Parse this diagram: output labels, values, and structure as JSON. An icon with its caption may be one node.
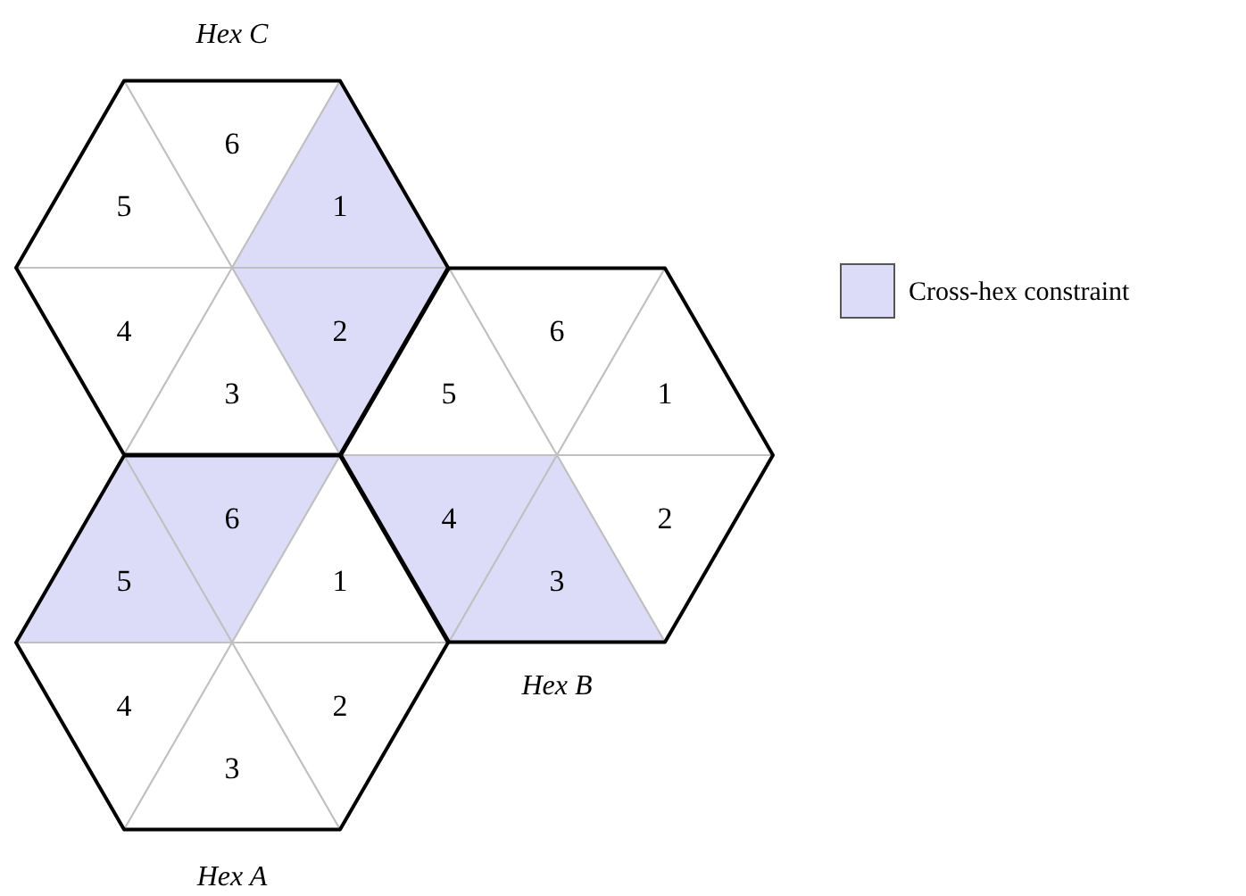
{
  "diagram": {
    "nodes": [
      {
        "text": [
          "Hex C"
        ]
      },
      {
        "text": [
          "6"
        ],
        "in": 0
      },
      {
        "text": [
          "5"
        ],
        "in": 0
      },
      {
        "text": [
          "1"
        ],
        "in": 0
      },
      {
        "text": [
          "4"
        ],
        "in": 0
      },
      {
        "text": [
          "2"
        ],
        "in": 0
      },
      {
        "text": [
          "3"
        ],
        "in": 0
      },
      {
        "text": [
          "Hex B"
        ]
      },
      {
        "text": [
          "6"
        ],
        "in": 7
      },
      {
        "text": [
          "5"
        ],
        "in": 7
      },
      {
        "text": [
          "1"
        ],
        "in": 7
      },
      {
        "text": [
          "4"
        ],
        "in": 7
      },
      {
        "text": [
          "2"
        ],
        "in": 7
      },
      {
        "text": [
          "3"
        ],
        "in": 7
      },
      {
        "text": [
          "Hex A"
        ]
      },
      {
        "text": [
          "6"
        ],
        "in": 14
      },
      {
        "text": [
          "5"
        ],
        "in": 14
      },
      {
        "text": [
          "1"
        ],
        "in": 14
      },
      {
        "text": [
          "4"
        ],
        "in": 14
      },
      {
        "text": [
          "2"
        ],
        "in": 14
      },
      {
        "text": [
          "3"
        ],
        "in": 14
      }
    ],
    "legend": [
      {
        "text": "Cross-hex constraint",
        "color": "#dcdcf8"
      }
    ]
  }
}
